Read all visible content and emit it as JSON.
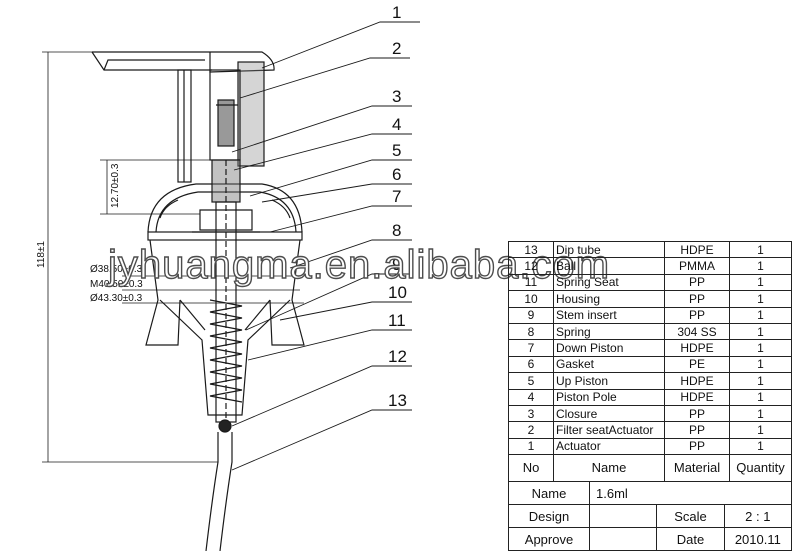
{
  "watermark": "jyhuangma.en.alibaba.com",
  "callouts": [
    "1",
    "2",
    "3",
    "4",
    "5",
    "6",
    "7",
    "8",
    "9",
    "10",
    "11",
    "12",
    "13"
  ],
  "dimensions": {
    "overall_height": "118±1",
    "stroke": "12.70±0.3",
    "dia_inner": "Ø38.50±0.3",
    "thread": "M40.50±0.3",
    "dia_outer": "Ø43.30±0.3"
  },
  "table": {
    "headers": {
      "no": "No",
      "name": "Name",
      "material": "Material",
      "quantity": "Quantity"
    },
    "rows": [
      {
        "no": "13",
        "name": "Dip tube",
        "material": "HDPE",
        "quantity": "1"
      },
      {
        "no": "12",
        "name": "Ball",
        "material": "PMMA",
        "quantity": "1"
      },
      {
        "no": "11",
        "name": "Spring Seat",
        "material": "PP",
        "quantity": "1"
      },
      {
        "no": "10",
        "name": "Housing",
        "material": "PP",
        "quantity": "1"
      },
      {
        "no": "9",
        "name": "Stem insert",
        "material": "PP",
        "quantity": "1"
      },
      {
        "no": "8",
        "name": "Spring",
        "material": "304 SS",
        "quantity": "1"
      },
      {
        "no": "7",
        "name": "Down Piston",
        "material": "HDPE",
        "quantity": "1"
      },
      {
        "no": "6",
        "name": "Gasket",
        "material": "PE",
        "quantity": "1"
      },
      {
        "no": "5",
        "name": "Up Piston",
        "material": "HDPE",
        "quantity": "1"
      },
      {
        "no": "4",
        "name": "Piston Pole",
        "material": "HDPE",
        "quantity": "1"
      },
      {
        "no": "3",
        "name": "Closure",
        "material": "PP",
        "quantity": "1"
      },
      {
        "no": "2",
        "name": "Filter seatActuator",
        "material": "PP",
        "quantity": "1"
      },
      {
        "no": "1",
        "name": "Actuator",
        "material": "PP",
        "quantity": "1"
      }
    ]
  },
  "title_block": {
    "name_label": "Name",
    "name_value": "1.6ml",
    "design_label": "Design",
    "scale_label": "Scale",
    "scale_value": "2 : 1",
    "approve_label": "Approve",
    "date_label": "Date",
    "date_value": "2010.11"
  }
}
